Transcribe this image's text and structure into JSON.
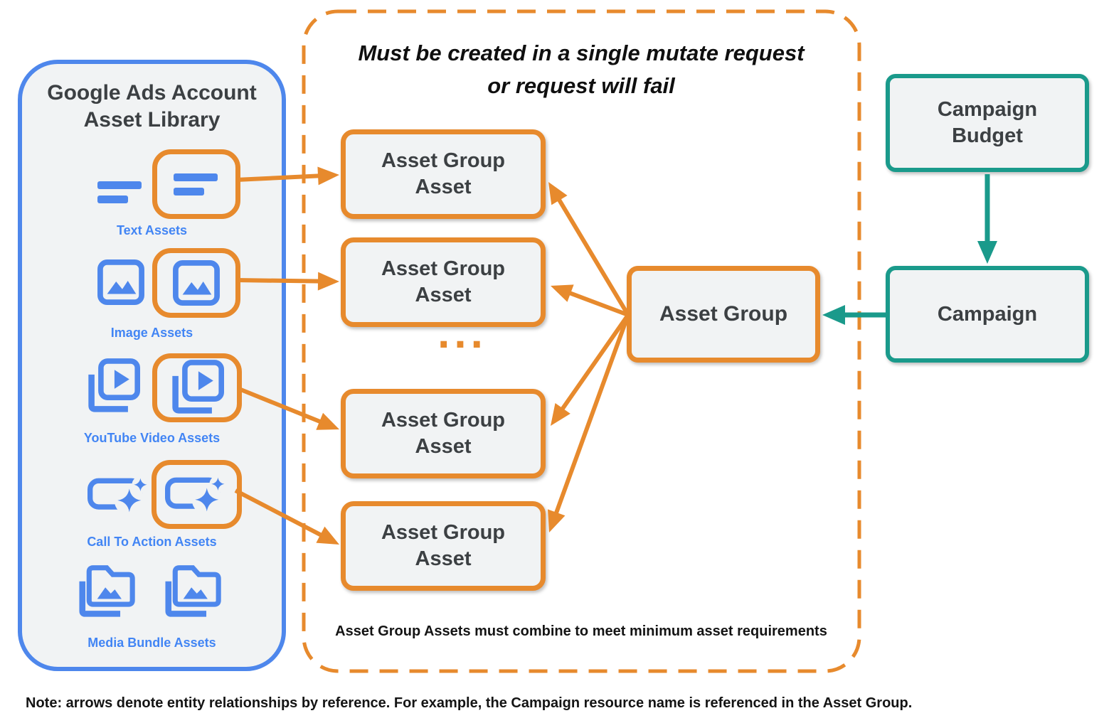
{
  "colors": {
    "orange": "#E78A2D",
    "blue_icon": "#4E87EC",
    "blue_label": "#4285F4",
    "teal": "#1A9A8B",
    "box_fill": "#F1F3F4",
    "dark_text": "#3C4043",
    "black_text": "#141414"
  },
  "library": {
    "title": "Google Ads Account Asset Library",
    "items": [
      {
        "id": "text-assets",
        "label": "Text Assets",
        "icon": "text-asset-icon",
        "framed": true
      },
      {
        "id": "image-assets",
        "label": "Image Assets",
        "icon": "image-asset-icon",
        "framed": true
      },
      {
        "id": "youtube-video-assets",
        "label": "YouTube Video Assets",
        "icon": "youtube-video-icon",
        "framed": true
      },
      {
        "id": "call-to-action-assets",
        "label": "Call To Action Assets",
        "icon": "call-to-action-icon",
        "framed": true
      },
      {
        "id": "media-bundle-assets",
        "label": "Media Bundle Assets",
        "icon": "media-bundle-icon",
        "framed": false
      }
    ]
  },
  "mutate_panel": {
    "title_line1": "Must be created in a single mutate request",
    "title_line2": "or request will fail",
    "boxes": [
      {
        "id": "asset-group-asset-1",
        "label": "Asset Group Asset"
      },
      {
        "id": "asset-group-asset-2",
        "label": "Asset Group Asset"
      },
      {
        "id": "asset-group-asset-3",
        "label": "Asset Group Asset"
      },
      {
        "id": "asset-group-asset-4",
        "label": "Asset Group Asset"
      }
    ],
    "ellipsis": "...",
    "asset_group": {
      "id": "asset-group",
      "label": "Asset Group"
    },
    "footnote": "Asset Group Assets must combine to meet minimum asset requirements"
  },
  "campaign_section": {
    "campaign_budget": {
      "id": "campaign-budget",
      "label": "Campaign Budget"
    },
    "campaign": {
      "id": "campaign",
      "label": "Campaign"
    }
  },
  "note": "Note: arrows denote entity relationships by reference. For example, the Campaign resource name is referenced in the Asset Group.",
  "relationships": [
    {
      "from": "text-assets",
      "to": "asset-group-asset-1"
    },
    {
      "from": "image-assets",
      "to": "asset-group-asset-2"
    },
    {
      "from": "youtube-video-assets",
      "to": "asset-group-asset-3"
    },
    {
      "from": "call-to-action-assets",
      "to": "asset-group-asset-4"
    },
    {
      "from": "asset-group",
      "to": "asset-group-asset-1"
    },
    {
      "from": "asset-group",
      "to": "asset-group-asset-2"
    },
    {
      "from": "asset-group",
      "to": "asset-group-asset-3"
    },
    {
      "from": "asset-group",
      "to": "asset-group-asset-4"
    },
    {
      "from": "campaign-budget",
      "to": "campaign"
    },
    {
      "from": "campaign",
      "to": "asset-group"
    }
  ]
}
